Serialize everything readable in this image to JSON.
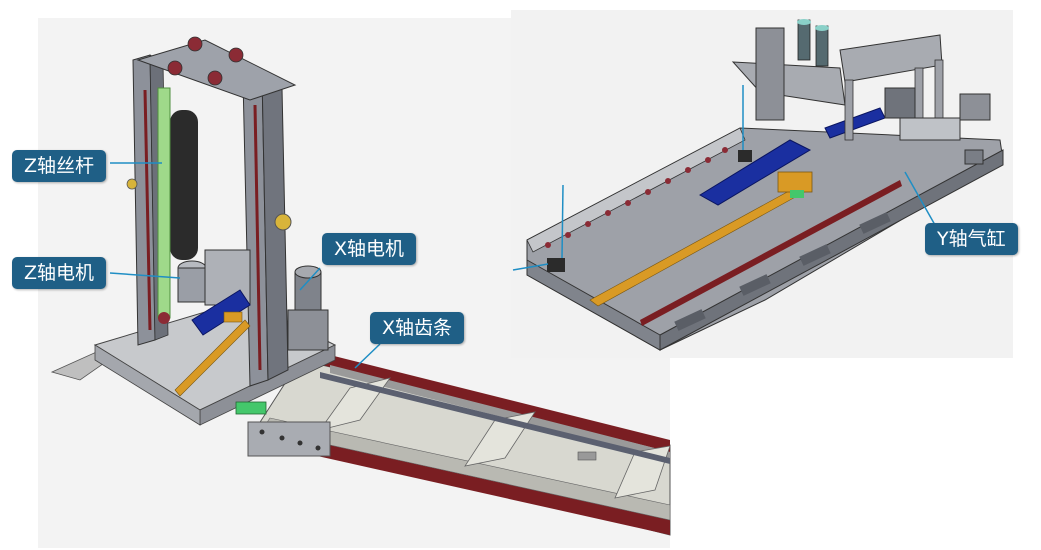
{
  "labels": {
    "z_screw": "Z轴丝杆",
    "z_motor": "Z轴电机",
    "x_motor": "X轴电机",
    "x_rack": "X轴齿条",
    "y_cylinder": "Y轴气缸"
  },
  "colors": {
    "label_bg": "#1f5f86",
    "frame_gray": "#8a8f99",
    "frame_dark": "#5d626b",
    "rail_red": "#7a1e22",
    "screw_green": "#9fd98a",
    "carriage_blue": "#1a2fa0",
    "slide_orange": "#d99a25"
  }
}
